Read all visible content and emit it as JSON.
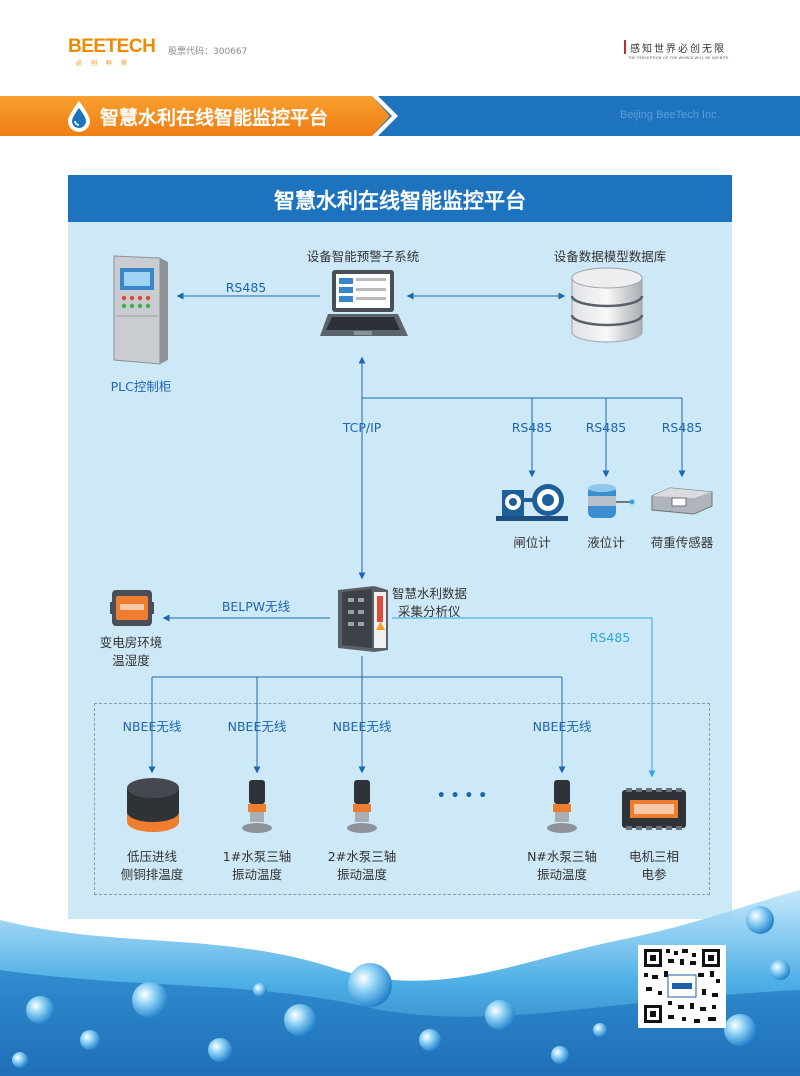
{
  "header": {
    "logo_text": "BEETECH",
    "logo_sub": "必创科技",
    "stock_code": "股票代码：300667",
    "slogan": "感知世界必创无限",
    "slogan_en": "THE PERCEPTION OF THE WORLD WILL BE INFINITE"
  },
  "banner": {
    "title": "智慧水利在线智能监控平台",
    "company_en": "Beijing BeeTech Inc."
  },
  "diagram": {
    "title": "智慧水利在线智能监控平台",
    "nodes": {
      "warning_system": "设备智能预警子系统",
      "database": "设备数据模型数据库",
      "plc": "PLC控制柜",
      "gate_meter": "闸位计",
      "level_meter": "液位计",
      "load_sensor": "荷重传感器",
      "analyzer_line1": "智慧水利数据",
      "analyzer_line2": "采集分析仪",
      "substation_line1": "变电房环境",
      "substation_line2": "温湿度",
      "lv_line1": "低压进线",
      "lv_line2": "侧铜排温度",
      "pump1_line1": "1#水泵三轴",
      "pump1_line2": "振动温度",
      "pump2_line1": "2#水泵三轴",
      "pump2_line2": "振动温度",
      "pumpn_line1": "N#水泵三轴",
      "pumpn_line2": "振动温度",
      "motor_line1": "电机三相",
      "motor_line2": "电参",
      "ellipsis": "• • • •"
    },
    "links": {
      "rs485_plc": "RS485",
      "tcpip": "TCP/IP",
      "rs485_a": "RS485",
      "rs485_b": "RS485",
      "rs485_c": "RS485",
      "belpw": "BELPW无线",
      "rs485_motor": "RS485",
      "nbee1": "NBEE无线",
      "nbee2": "NBEE无线",
      "nbee3": "NBEE无线",
      "nbee4": "NBEE无线"
    }
  },
  "colors": {
    "brand_blue": "#1d73be",
    "brand_orange": "#f08a00",
    "panel_bg": "#cde9f8",
    "link_blue": "#1d66b0",
    "link_cyan": "#2ea7e0"
  }
}
